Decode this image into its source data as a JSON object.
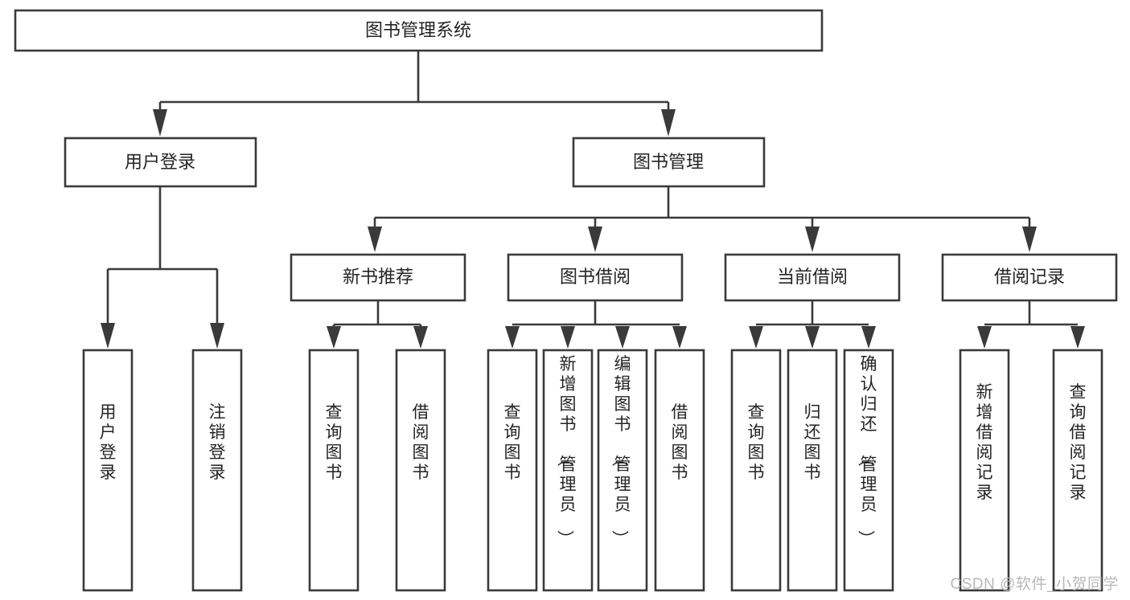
{
  "diagram": {
    "title": "图书管理系统",
    "watermark": "CSDN @软件_小贺同学",
    "colors": {
      "stroke": "#3a3a3a",
      "text": "#242424",
      "background": "#ffffff",
      "watermark": "#b8b8b8"
    },
    "root": {
      "id": "root",
      "label": "图书管理系统",
      "orientation": "horizontal"
    },
    "level1": [
      {
        "id": "user-login",
        "label": "用户登录",
        "orientation": "horizontal"
      },
      {
        "id": "book-management",
        "label": "图书管理",
        "orientation": "horizontal"
      }
    ],
    "level2": [
      {
        "id": "new-book-recommend",
        "label": "新书推荐",
        "orientation": "horizontal",
        "parent": "book-management"
      },
      {
        "id": "book-borrow",
        "label": "图书借阅",
        "orientation": "horizontal",
        "parent": "book-management"
      },
      {
        "id": "current-borrow",
        "label": "当前借阅",
        "orientation": "horizontal",
        "parent": "book-management"
      },
      {
        "id": "borrow-record",
        "label": "借阅记录",
        "orientation": "horizontal",
        "parent": "book-management"
      }
    ],
    "leaves": [
      {
        "id": "leaf-user-login",
        "label": "用户登录",
        "parent": "user-login"
      },
      {
        "id": "leaf-logout-login",
        "label": "注销登录",
        "parent": "user-login"
      },
      {
        "id": "leaf-query-book-recommend",
        "label": "查询图书",
        "parent": "new-book-recommend"
      },
      {
        "id": "leaf-borrow-book-recommend",
        "label": "借阅图书",
        "parent": "new-book-recommend"
      },
      {
        "id": "leaf-query-book-borrow",
        "label": "查询图书",
        "parent": "book-borrow"
      },
      {
        "id": "leaf-add-book",
        "label": "新增图书（管理员）",
        "parent": "book-borrow"
      },
      {
        "id": "leaf-edit-book",
        "label": "编辑图书（管理员）",
        "parent": "book-borrow"
      },
      {
        "id": "leaf-borrow-book",
        "label": "借阅图书",
        "parent": "book-borrow"
      },
      {
        "id": "leaf-query-book-current",
        "label": "查询图书",
        "parent": "current-borrow"
      },
      {
        "id": "leaf-return-book",
        "label": "归还图书",
        "parent": "current-borrow"
      },
      {
        "id": "leaf-confirm-return",
        "label": "确认归还（管理员）",
        "parent": "current-borrow"
      },
      {
        "id": "leaf-add-record",
        "label": "新增借阅记录",
        "parent": "borrow-record"
      },
      {
        "id": "leaf-query-record",
        "label": "查询借阅记录",
        "parent": "borrow-record"
      }
    ]
  }
}
